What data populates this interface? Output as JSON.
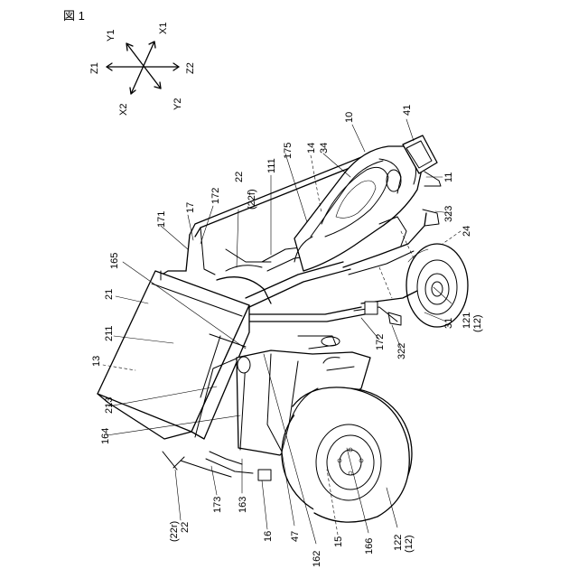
{
  "figure": {
    "title": "図 1"
  },
  "axes": {
    "x1": "X1",
    "x2": "X2",
    "y1": "Y1",
    "y2": "Y2",
    "z1": "Z1",
    "z2": "Z2"
  },
  "labels": [
    {
      "id": "l41",
      "text": "41"
    },
    {
      "id": "l10",
      "text": "10"
    },
    {
      "id": "l34",
      "text": "34"
    },
    {
      "id": "l14",
      "text": "14"
    },
    {
      "id": "l175",
      "text": "175"
    },
    {
      "id": "l111",
      "text": "111"
    },
    {
      "id": "l22a",
      "text": "22"
    },
    {
      "id": "l22f",
      "text": "(22f)"
    },
    {
      "id": "l172a",
      "text": "172"
    },
    {
      "id": "l17",
      "text": "17"
    },
    {
      "id": "l171",
      "text": "171"
    },
    {
      "id": "l165",
      "text": "165"
    },
    {
      "id": "l21",
      "text": "21"
    },
    {
      "id": "l211",
      "text": "211"
    },
    {
      "id": "l13",
      "text": "13"
    },
    {
      "id": "l213",
      "text": "213"
    },
    {
      "id": "l164",
      "text": "164"
    },
    {
      "id": "l11",
      "text": "11"
    },
    {
      "id": "l323",
      "text": "323"
    },
    {
      "id": "l24",
      "text": "24"
    },
    {
      "id": "l31",
      "text": "31"
    },
    {
      "id": "l121",
      "text": "121"
    },
    {
      "id": "l12a",
      "text": "(12)"
    },
    {
      "id": "l322",
      "text": "322"
    },
    {
      "id": "l172b",
      "text": "172"
    },
    {
      "id": "l22r",
      "text": "(22r)"
    },
    {
      "id": "l22b",
      "text": "22"
    },
    {
      "id": "l173",
      "text": "173"
    },
    {
      "id": "l163",
      "text": "163"
    },
    {
      "id": "l16",
      "text": "16"
    },
    {
      "id": "l47",
      "text": "47"
    },
    {
      "id": "l162",
      "text": "162"
    },
    {
      "id": "l15",
      "text": "15"
    },
    {
      "id": "l166",
      "text": "166"
    },
    {
      "id": "l122",
      "text": "122"
    },
    {
      "id": "l12b",
      "text": "(12)"
    }
  ]
}
